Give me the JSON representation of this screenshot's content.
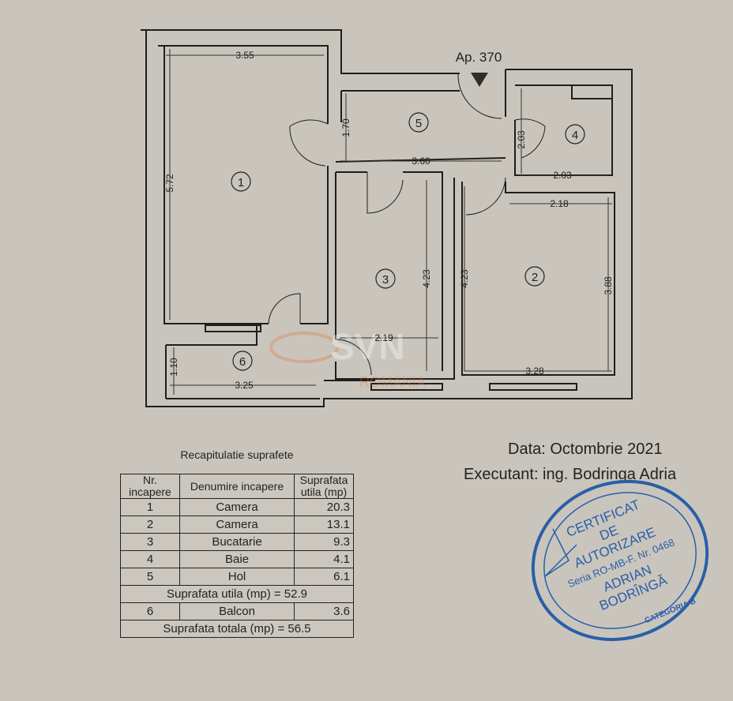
{
  "plan": {
    "apartment_label": "Ap. 370",
    "rooms": [
      {
        "number": "1",
        "dims": [
          "3.55",
          "5.72"
        ]
      },
      {
        "number": "2",
        "dims": [
          "2.18",
          "3.88",
          "3.28",
          "4.23"
        ]
      },
      {
        "number": "3",
        "dims": [
          "4.23",
          "2.19"
        ]
      },
      {
        "number": "4",
        "dims": [
          "2.03",
          "2.03"
        ]
      },
      {
        "number": "5",
        "dims": [
          "1.70",
          "3.60"
        ]
      },
      {
        "number": "6",
        "dims": [
          "1.10",
          "3.25"
        ]
      }
    ],
    "watermark": {
      "brand": "SVN",
      "sub": "ROMANIA"
    }
  },
  "summary": {
    "title": "Recapitulatie suprafete",
    "headers": [
      "Nr. incapere",
      "Denumire incapere",
      "Suprafata utila (mp)"
    ],
    "rows": [
      {
        "nr": "1",
        "name": "Camera",
        "area": "20.3"
      },
      {
        "nr": "2",
        "name": "Camera",
        "area": "13.1"
      },
      {
        "nr": "3",
        "name": "Bucatarie",
        "area": "9.3"
      },
      {
        "nr": "4",
        "name": "Baie",
        "area": "4.1"
      },
      {
        "nr": "5",
        "name": "Hol",
        "area": "6.1"
      }
    ],
    "subtotal": "Suprafata utila (mp) = 52.9",
    "balcony": {
      "nr": "6",
      "name": "Balcon",
      "area": "3.6"
    },
    "total": "Suprafata totala (mp) = 56.5"
  },
  "meta": {
    "date": "Data: Octombrie 2021",
    "executant": "Executant: ing. Bodringa  Adria"
  },
  "stamp": {
    "lines": [
      "CERTIFICAT",
      "DE",
      "AUTORIZARE",
      "Seria RO-MB-F. Nr. 0468",
      "ADRIAN",
      "BODRÎNGĂ"
    ],
    "category": "CATEGORIA B",
    "color": "#2a5ea8"
  }
}
